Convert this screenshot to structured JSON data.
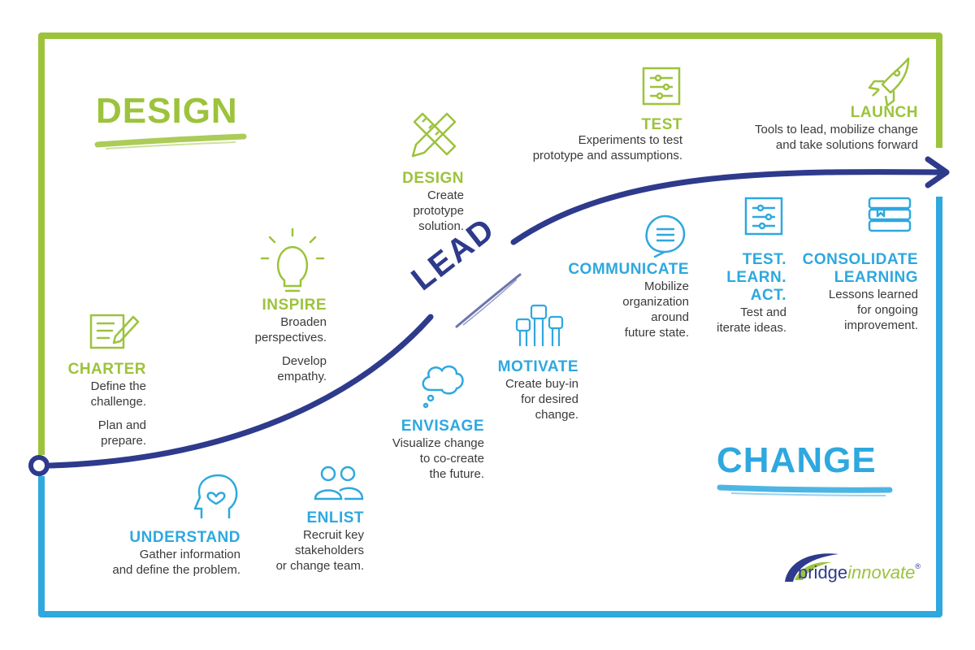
{
  "headings": {
    "design": "DESIGN",
    "change": "CHANGE",
    "lead": "LEAD"
  },
  "colors": {
    "design_green": "#9cc33b",
    "change_blue": "#2ea8df",
    "lead_navy": "#2e3a8c"
  },
  "stages": {
    "charter": {
      "title": "CHARTER",
      "desc1": "Define the",
      "desc2": "challenge.",
      "desc3": "Plan and",
      "desc4": "prepare.",
      "icon": "document-pencil-icon"
    },
    "inspire": {
      "title": "INSPIRE",
      "desc1": "Broaden",
      "desc2": "perspectives.",
      "desc3": "Develop",
      "desc4": "empathy.",
      "icon": "lightbulb-icon"
    },
    "design": {
      "title": "DESIGN",
      "desc1": "Create",
      "desc2": "prototype",
      "desc3": "solution.",
      "icon": "ruler-pencil-icon"
    },
    "test": {
      "title": "TEST",
      "desc1": "Experiments to test",
      "desc2": "prototype and assumptions.",
      "icon": "sliders-icon"
    },
    "launch": {
      "title": "LAUNCH",
      "desc1": "Tools to lead, mobilize change",
      "desc2": "and take solutions forward",
      "icon": "rocket-icon"
    },
    "understand": {
      "title": "UNDERSTAND",
      "desc1": "Gather information",
      "desc2": "and define the problem.",
      "icon": "head-heart-icon"
    },
    "enlist": {
      "title": "ENLIST",
      "desc1": "Recruit key",
      "desc2": "stakeholders",
      "desc3": "or change team.",
      "icon": "people-icon"
    },
    "envisage": {
      "title": "ENVISAGE",
      "desc1": "Visualize change",
      "desc2": "to co-create",
      "desc3": "the future.",
      "icon": "thought-cloud-icon"
    },
    "motivate": {
      "title": "MOTIVATE",
      "desc1": "Create buy-in",
      "desc2": "for desired",
      "desc3": "change.",
      "icon": "raised-fists-icon"
    },
    "communicate": {
      "title": "COMMUNICATE",
      "desc1": "Mobilize",
      "desc2": "organization",
      "desc3": "around",
      "desc4": "future state.",
      "icon": "speech-bubble-icon"
    },
    "test_learn_act": {
      "title1": "TEST.",
      "title2": "LEARN.",
      "title3": "ACT.",
      "desc1": "Test and",
      "desc2": "iterate ideas.",
      "icon": "sliders-icon"
    },
    "consolidate": {
      "title1": "CONSOLIDATE",
      "title2": "LEARNING",
      "desc1": "Lessons learned",
      "desc2": "for ongoing",
      "desc3": "improvement.",
      "icon": "books-icon"
    }
  },
  "logo": {
    "part1": "bridge",
    "part2": "innovate",
    "mark": "®"
  }
}
